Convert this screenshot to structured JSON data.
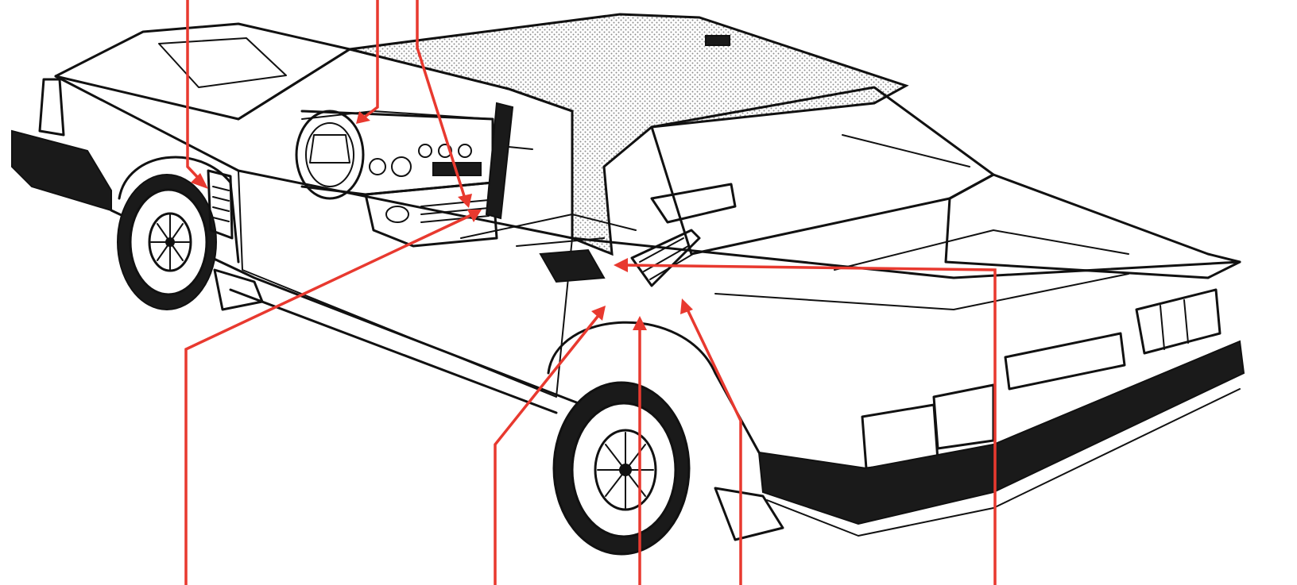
{
  "figure": {
    "subject": "car-cutaway-illustration",
    "ink_color": "#111111",
    "leader_color": "#e8392f",
    "roof_stipple_color": "#9a9a9a"
  },
  "callouts": [
    {
      "id": "rear-side-vent"
    },
    {
      "id": "dashboard-defroster-vent"
    },
    {
      "id": "center-console-vent"
    },
    {
      "id": "lower-dash-outlet"
    },
    {
      "id": "sill-forward-point"
    },
    {
      "id": "sill-mid-point"
    },
    {
      "id": "wheel-arch-point"
    },
    {
      "id": "roof-pillar-point"
    }
  ]
}
